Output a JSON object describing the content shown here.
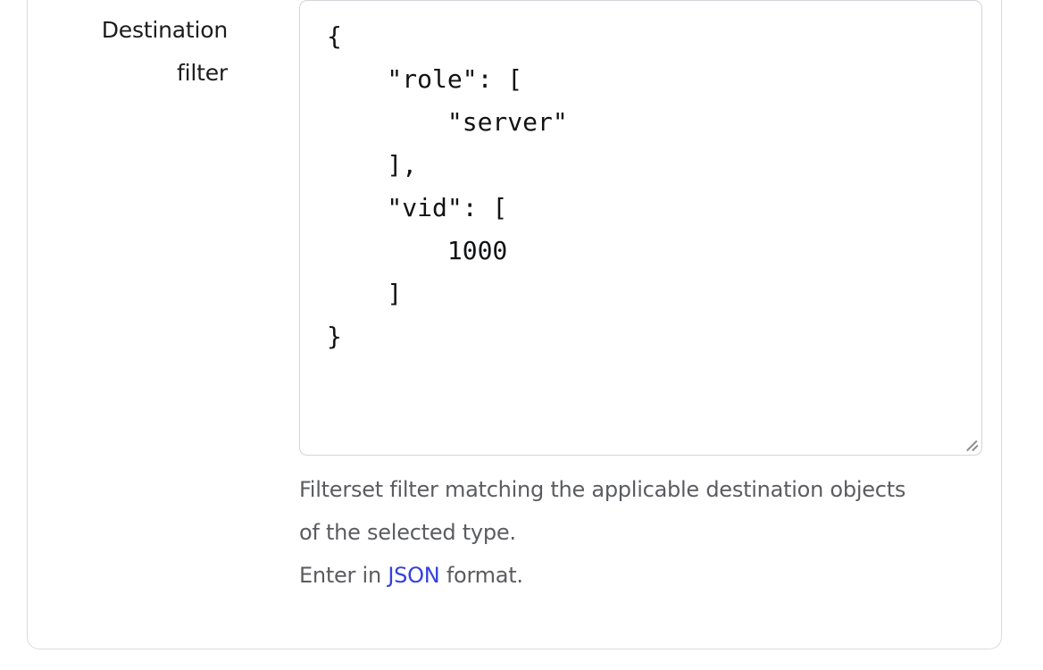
{
  "form": {
    "field": {
      "label": "Destination filter",
      "textarea": {
        "value": "{\n    \"role\": [\n        \"server\"\n    ],\n    \"vid\": [\n        1000\n    ]\n}",
        "placeholder": "Enter in JSON format."
      },
      "help": {
        "line1": "Filterset filter matching the applicable destination objects",
        "line2": "of the selected type.",
        "line3_prefix": "Enter in ",
        "link_label": "JSON",
        "line3_suffix": " format."
      }
    }
  },
  "json_document": {
    "role": [
      "server"
    ],
    "vid": [
      1000
    ]
  },
  "colors": {
    "link": "#3340e0",
    "help_text": "#5b5c60",
    "label_text": "#1c1c1e",
    "editor_text": "#111214",
    "border": "#d3d4d7",
    "card_border": "#d9dadd",
    "background": "#ffffff"
  },
  "icons": {
    "resize_grip": "resize-grip-icon"
  }
}
